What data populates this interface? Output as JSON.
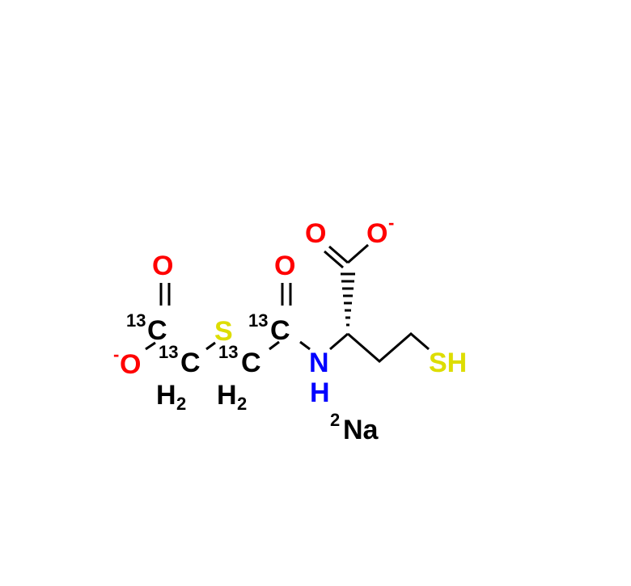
{
  "figure": {
    "type": "chemical-structure",
    "colors": {
      "carbon": "#000000",
      "oxygen": "#ff0000",
      "nitrogen": "#0000ff",
      "sulfur": "#dddd00",
      "counterion": "#000000"
    },
    "atoms": {
      "o_carbonyl_1": "O",
      "o_anion_1": "O",
      "o_anion_1_charge": "-",
      "c1_isotope": "13",
      "c1": "C",
      "c2_isotope": "13",
      "c2": "C",
      "c2_h": "H",
      "c2_h_count": "2",
      "s_thioether": "S",
      "c3_isotope": "13",
      "c3": "C",
      "c3_h": "H",
      "c3_h_count": "2",
      "o_carbonyl_2": "O",
      "c4_isotope": "13",
      "c4": "C",
      "n_amide": "N",
      "n_h": "H",
      "o_carbonyl_3": "O",
      "o_anion_2": "O",
      "o_anion_2_charge": "-",
      "sh": "SH"
    },
    "counterion": {
      "count": "2",
      "symbol": "Na"
    }
  }
}
